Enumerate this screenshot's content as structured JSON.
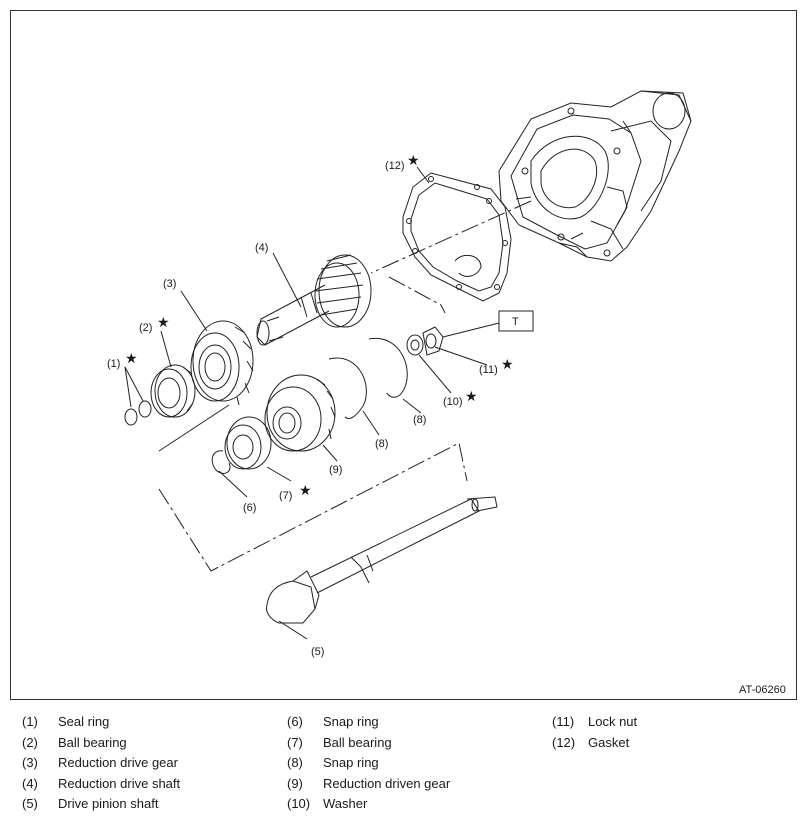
{
  "figure": {
    "id": "AT-06260",
    "callouts": [
      "(1)",
      "(2)",
      "(3)",
      "(4)",
      "(5)",
      "(6)",
      "(7)",
      "(8)",
      "(8)",
      "(9)",
      "(10)",
      "(11)",
      "(12)"
    ],
    "star_symbol": "★",
    "torque_box_label": "T"
  },
  "legend": {
    "col1": [
      {
        "num": "(1)",
        "name": "Seal ring"
      },
      {
        "num": "(2)",
        "name": "Ball bearing"
      },
      {
        "num": "(3)",
        "name": "Reduction drive gear"
      },
      {
        "num": "(4)",
        "name": "Reduction drive shaft"
      },
      {
        "num": "(5)",
        "name": "Drive pinion shaft"
      }
    ],
    "col2": [
      {
        "num": "(6)",
        "name": "Snap ring"
      },
      {
        "num": "(7)",
        "name": "Ball bearing"
      },
      {
        "num": "(8)",
        "name": "Snap ring"
      },
      {
        "num": "(9)",
        "name": "Reduction driven gear"
      },
      {
        "num": "(10)",
        "name": "Washer"
      }
    ],
    "col3": [
      {
        "num": "(11)",
        "name": "Lock nut"
      },
      {
        "num": "(12)",
        "name": "Gasket"
      }
    ]
  }
}
